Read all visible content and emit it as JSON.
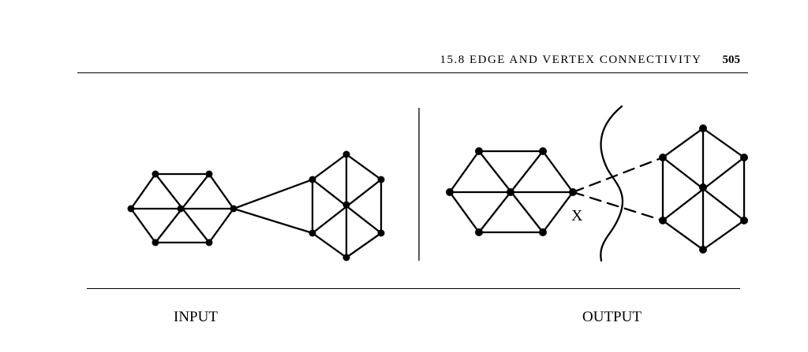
{
  "header": {
    "section": "15.8 EDGE AND VERTEX CONNECTIVITY",
    "page_number": "505"
  },
  "figure": {
    "cut_vertex_label": "X"
  },
  "captions": {
    "input": "INPUT",
    "output": "OUTPUT"
  }
}
